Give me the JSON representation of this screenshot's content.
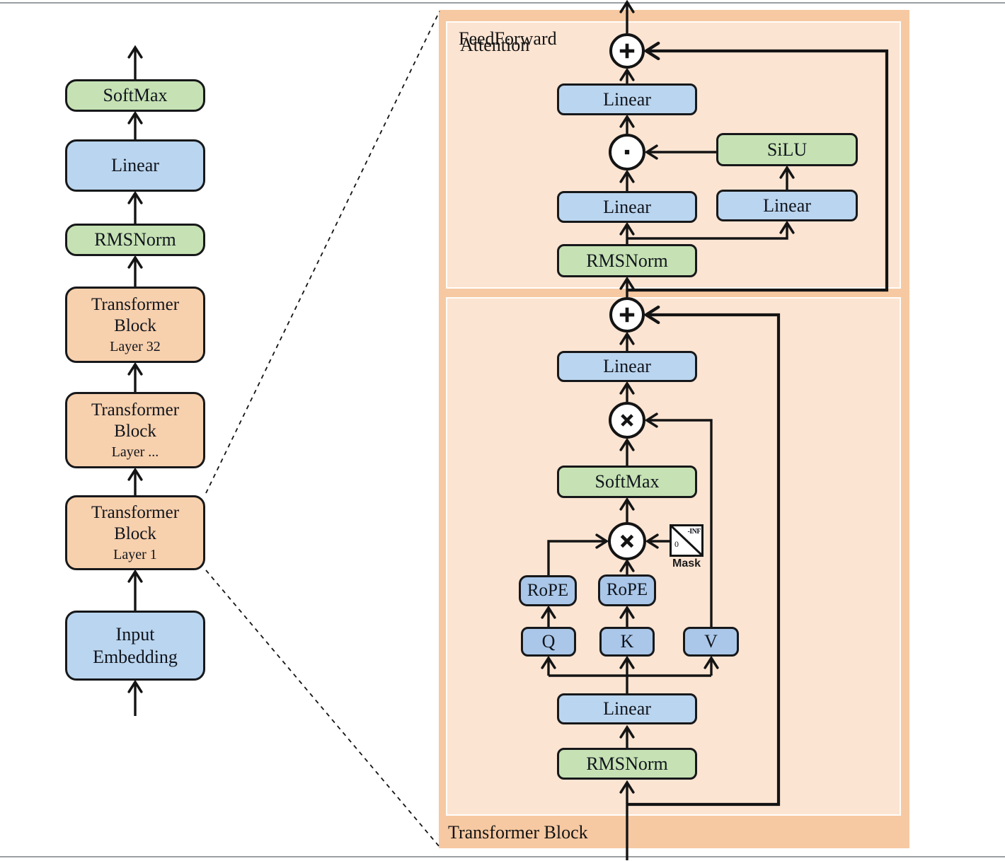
{
  "colors": {
    "page_bg": "#ffffff",
    "frame_line": "#9b9fa2",
    "panel_outer": "#f6c9a2",
    "panel_inner": "#fce4d2",
    "box_border": "#17181a",
    "green": "#c6e2b4",
    "blue": "#bad5ef",
    "blue_deep": "#aac7e9",
    "orange": "#f7d0ad",
    "line": "#141414",
    "text": "#10141c"
  },
  "left_column": {
    "nodes": [
      {
        "label": "SoftMax"
      },
      {
        "label": "Linear"
      },
      {
        "label": "RMSNorm"
      },
      {
        "label": "Transformer Block",
        "sublabel": "Layer 32"
      },
      {
        "label": "Transformer Block",
        "sublabel": "Layer ..."
      },
      {
        "label": "Transformer Block",
        "sublabel": "Layer 1"
      },
      {
        "label": "Input Embedding"
      }
    ]
  },
  "detail_panel": {
    "title": "Transformer Block",
    "feedforward": {
      "label": "FeedForward",
      "linear_out": "Linear",
      "silu": "SiLU",
      "linear_gate": "Linear",
      "linear_up": "Linear",
      "rmsnorm": "RMSNorm"
    },
    "attention": {
      "label": "Attention",
      "linear_out": "Linear",
      "softmax": "SoftMax",
      "mask": {
        "label": "Mask",
        "zero": "0",
        "neg_inf": "-INF"
      },
      "rope_q": "RoPE",
      "rope_k": "RoPE",
      "q": "Q",
      "k": "K",
      "v": "V",
      "linear_in": "Linear",
      "rmsnorm": "RMSNorm"
    },
    "operators": {
      "add": "+",
      "multiply": "×",
      "elementwise": "·"
    }
  }
}
